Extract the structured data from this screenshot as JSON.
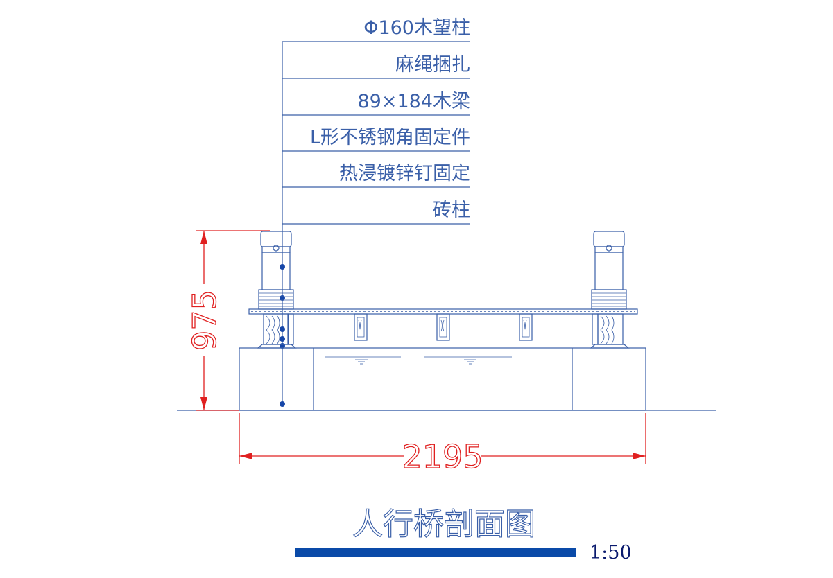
{
  "callouts": [
    "Φ160木望柱",
    "麻绳捆扎",
    "89×184木梁",
    "L形不锈钢角固定件",
    "热浸镀锌钉固定",
    "砖柱"
  ],
  "dimensions": {
    "height": "975",
    "width": "2195"
  },
  "title": "人行桥剖面图",
  "scale": "1:50",
  "colors": {
    "drawing_line": "#3a5fa8",
    "dimension": "#e02020",
    "scale_bar": "#0a4aa8",
    "scale_text": "#0a1a6e",
    "background": "#ffffff"
  }
}
